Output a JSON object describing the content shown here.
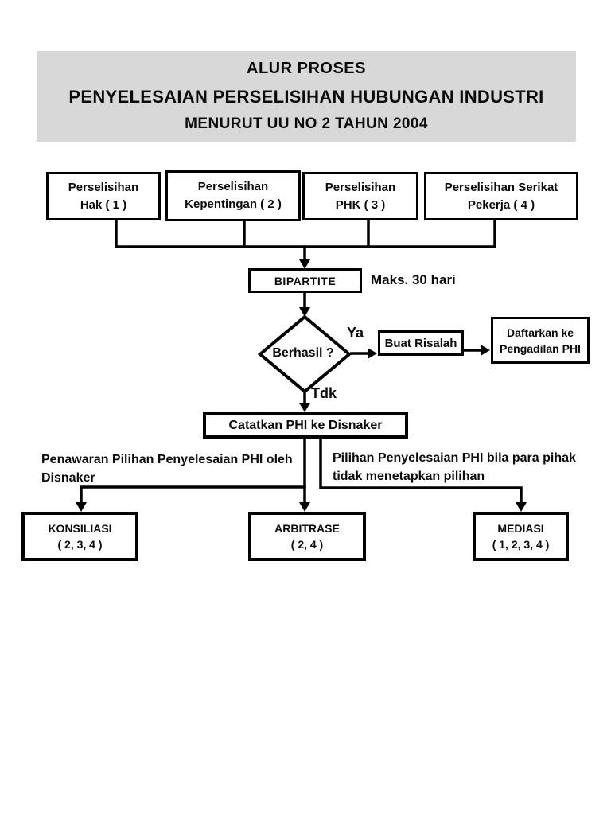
{
  "title": {
    "line1": "ALUR PROSES",
    "line2": "PENYELESAIAN PERSELISIHAN HUBUNGAN INDUSTRI",
    "line3": "MENURUT UU NO 2 TAHUN 2004"
  },
  "colors": {
    "line": "#000000",
    "title_bg": "#d8d8d8",
    "text": "#0a0a0a",
    "box_bg": "#ffffff"
  },
  "dispute_boxes": [
    {
      "line1": "Perselisihan",
      "line2": "Hak ( 1 )"
    },
    {
      "line1": "Perselisihan",
      "line2": "Kepentingan ( 2 )"
    },
    {
      "line1": "Perselisihan",
      "line2": "PHK ( 3 )"
    },
    {
      "line1": "Perselisihan Serikat",
      "line2": "Pekerja ( 4 )"
    }
  ],
  "bipartite": {
    "label": "BIPARTITE",
    "duration_note": "Maks. 30 hari"
  },
  "decision": {
    "label": "Berhasil ?",
    "yes_label": "Ya",
    "no_label": "Tdk"
  },
  "risalah": {
    "label": "Buat Risalah"
  },
  "pengadilan": {
    "line1": "Daftarkan ke",
    "line2": "Pengadilan PHI"
  },
  "catatkan": {
    "label": "Catatkan PHI ke Disnaker"
  },
  "branch_notes": {
    "left_line1": "Penawaran Pilihan Penyelesaian PHI oleh",
    "left_line2": "Disnaker",
    "right_line1": "Pilihan Penyelesaian PHI bila para pihak",
    "right_line2": "tidak menetapkan pilihan"
  },
  "options": [
    {
      "name": "KONSILIASI",
      "applies": "( 2, 3, 4 )"
    },
    {
      "name": "ARBITRASE",
      "applies": "( 2, 4 )"
    },
    {
      "name": "MEDIASI",
      "applies": "( 1, 2, 3, 4 )"
    }
  ]
}
